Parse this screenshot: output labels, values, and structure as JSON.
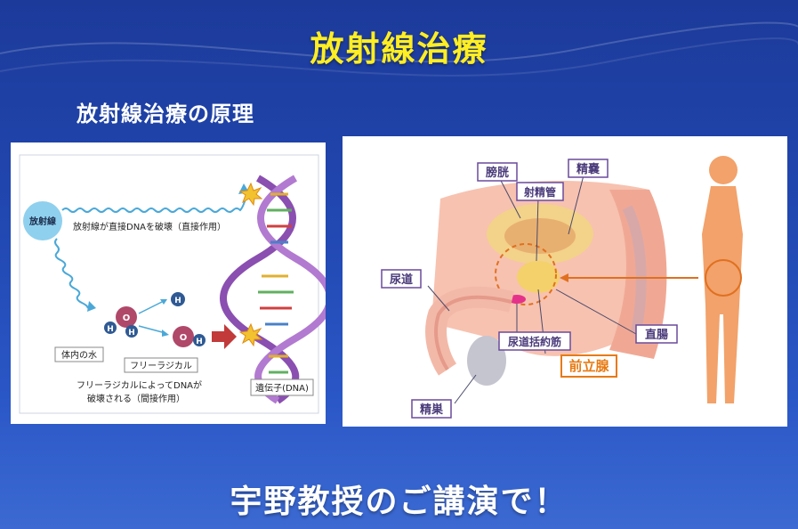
{
  "title": "放射線治療",
  "subtitle": "放射線治療の原理",
  "footer": "宇野教授のご講演で！",
  "principle": {
    "source_label": "放射線",
    "direct_text": "放射線が直接DNAを破壊（直接作用）",
    "water_label": "体内の水",
    "radical_label": "フリーラジカル",
    "indirect_text_1": "フリーラジカルによってDNAが",
    "indirect_text_2": "破壊される（間接作用）",
    "dna_label": "遺伝子(DNA)",
    "atoms": {
      "h": "H",
      "o": "O"
    }
  },
  "anatomy": {
    "labels": {
      "bladder": "膀胱",
      "seminal_vesicle": "精嚢",
      "ejaculatory_duct": "射精管",
      "urethra": "尿道",
      "sphincter": "尿道括約筋",
      "prostate": "前立腺",
      "rectum": "直腸",
      "testis": "精巣"
    }
  },
  "colors": {
    "title": "#ffee22",
    "label_border": "#6a4a9c",
    "prostate_label": "#e87a12",
    "dna_purple": "#8a4fb0",
    "ray": "#4aa8d8"
  }
}
